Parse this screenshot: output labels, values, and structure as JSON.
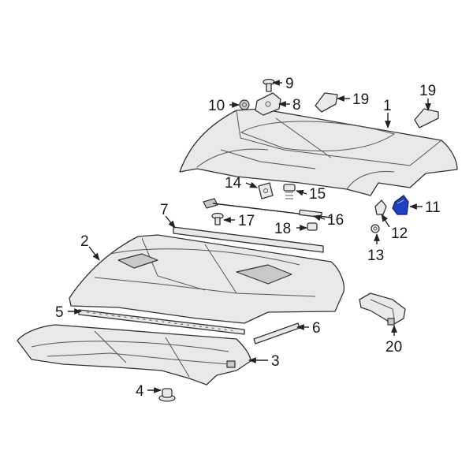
{
  "diagram": {
    "highlight_color": "#1f3fbf",
    "outline_color": "#333333",
    "fill_color": "#e9e9e9",
    "callouts": [
      {
        "id": "c1",
        "label": "1"
      },
      {
        "id": "c2",
        "label": "2"
      },
      {
        "id": "c3",
        "label": "3"
      },
      {
        "id": "c4",
        "label": "4"
      },
      {
        "id": "c5",
        "label": "5"
      },
      {
        "id": "c6",
        "label": "6"
      },
      {
        "id": "c7",
        "label": "7"
      },
      {
        "id": "c8",
        "label": "8"
      },
      {
        "id": "c9",
        "label": "9"
      },
      {
        "id": "c10",
        "label": "10"
      },
      {
        "id": "c11",
        "label": "11"
      },
      {
        "id": "c12",
        "label": "12"
      },
      {
        "id": "c13",
        "label": "13"
      },
      {
        "id": "c14",
        "label": "14"
      },
      {
        "id": "c15",
        "label": "15"
      },
      {
        "id": "c16",
        "label": "16"
      },
      {
        "id": "c17",
        "label": "17"
      },
      {
        "id": "c18",
        "label": "18"
      },
      {
        "id": "c19a",
        "label": "19"
      },
      {
        "id": "c19b",
        "label": "19"
      },
      {
        "id": "c20",
        "label": "20"
      }
    ]
  }
}
